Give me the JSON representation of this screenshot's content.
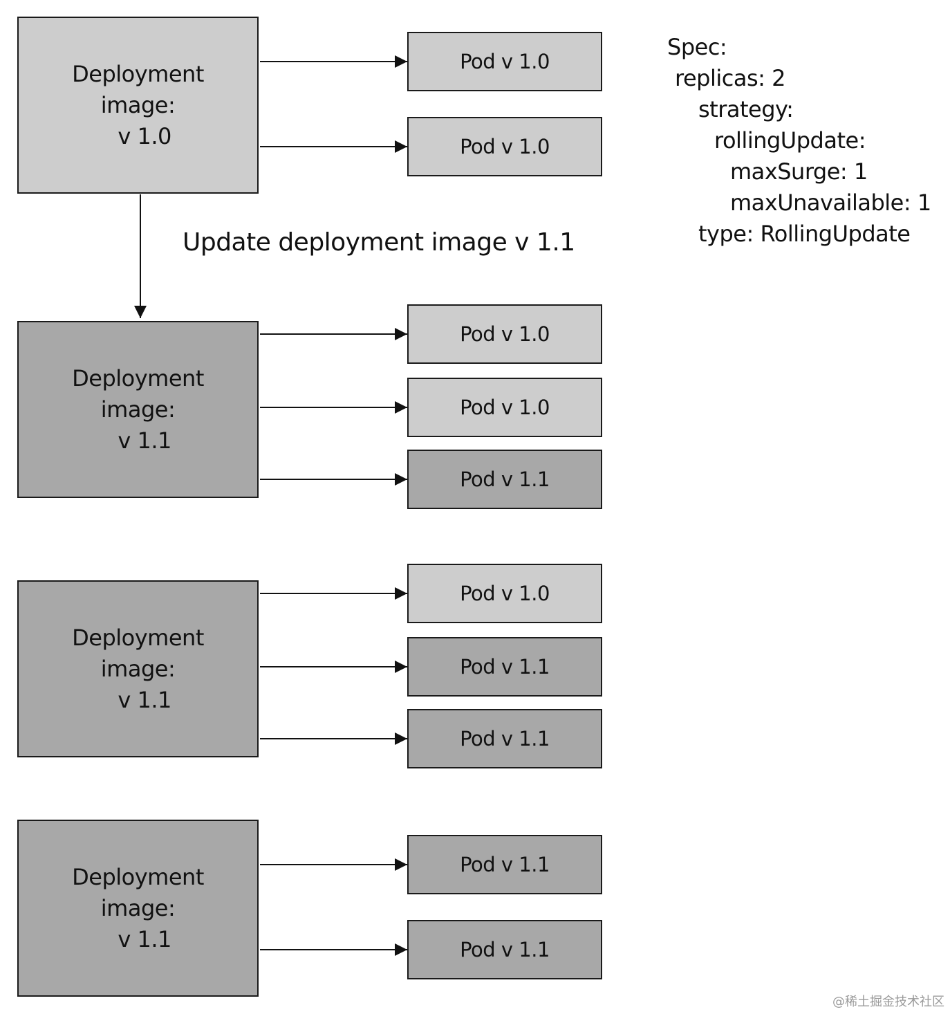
{
  "colors": {
    "old_version_fill": "#cdcdcd",
    "new_version_fill": "#a8a8a8",
    "stroke": "#1a1a1a",
    "background": "#ffffff"
  },
  "update_caption": "Update deployment image v 1.1",
  "spec": {
    "lines": [
      "Spec:",
      "replicas: 2",
      "strategy:",
      "rollingUpdate:",
      "maxSurge: 1",
      "maxUnavailable: 1",
      "type: RollingUpdate"
    ]
  },
  "stages": [
    {
      "deployment_label": "Deployment\nimage:\n  v 1.0",
      "deployment_version": "1.0",
      "pods": [
        {
          "label": "Pod v 1.0",
          "version": "1.0"
        },
        {
          "label": "Pod v 1.0",
          "version": "1.0"
        }
      ]
    },
    {
      "deployment_label": "Deployment\nimage:\n  v 1.1",
      "deployment_version": "1.1",
      "pods": [
        {
          "label": "Pod v 1.0",
          "version": "1.0"
        },
        {
          "label": "Pod v 1.0",
          "version": "1.0"
        },
        {
          "label": "Pod v 1.1",
          "version": "1.1"
        }
      ]
    },
    {
      "deployment_label": "Deployment\nimage:\n  v 1.1",
      "deployment_version": "1.1",
      "pods": [
        {
          "label": "Pod v 1.0",
          "version": "1.0"
        },
        {
          "label": "Pod v 1.1",
          "version": "1.1"
        },
        {
          "label": "Pod v 1.1",
          "version": "1.1"
        }
      ]
    },
    {
      "deployment_label": "Deployment\nimage:\n  v 1.1",
      "deployment_version": "1.1",
      "pods": [
        {
          "label": "Pod v 1.1",
          "version": "1.1"
        },
        {
          "label": "Pod v 1.1",
          "version": "1.1"
        }
      ]
    }
  ],
  "watermark": "@稀土掘金技术社区"
}
